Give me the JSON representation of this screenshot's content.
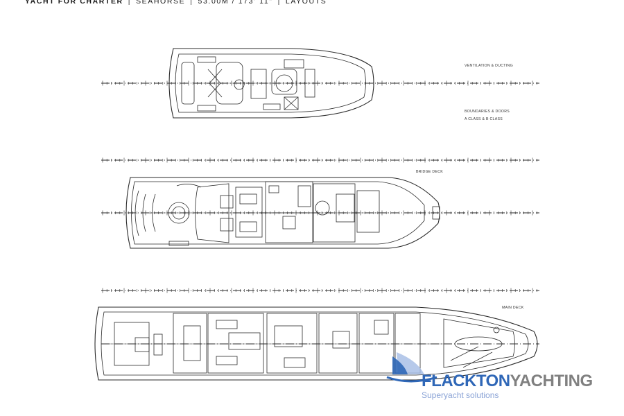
{
  "header": {
    "title": "YACHT FOR CHARTER",
    "yacht_name": "SEAHORSE",
    "length": "53.00M / 173' 11\"",
    "section": "LAYOUTS",
    "separator": "|"
  },
  "notes": {
    "ventilation": "VENTILATION & DUCTING",
    "boundaries_1": "BOUNDARIES & DOORS",
    "boundaries_2": "A CLASS & B CLASS"
  },
  "deck_labels": {
    "bridge": "BRIDGE DECK",
    "main": "MAIN DECK"
  },
  "logo": {
    "name_part1": "FLACKTON",
    "name_part2": "YACHTING",
    "tagline": "Superyacht solutions"
  },
  "colors": {
    "line": "#2a2a2a",
    "logo_blue": "#2f67b7",
    "logo_grey": "#808080",
    "tagline": "#8aa3d6"
  }
}
